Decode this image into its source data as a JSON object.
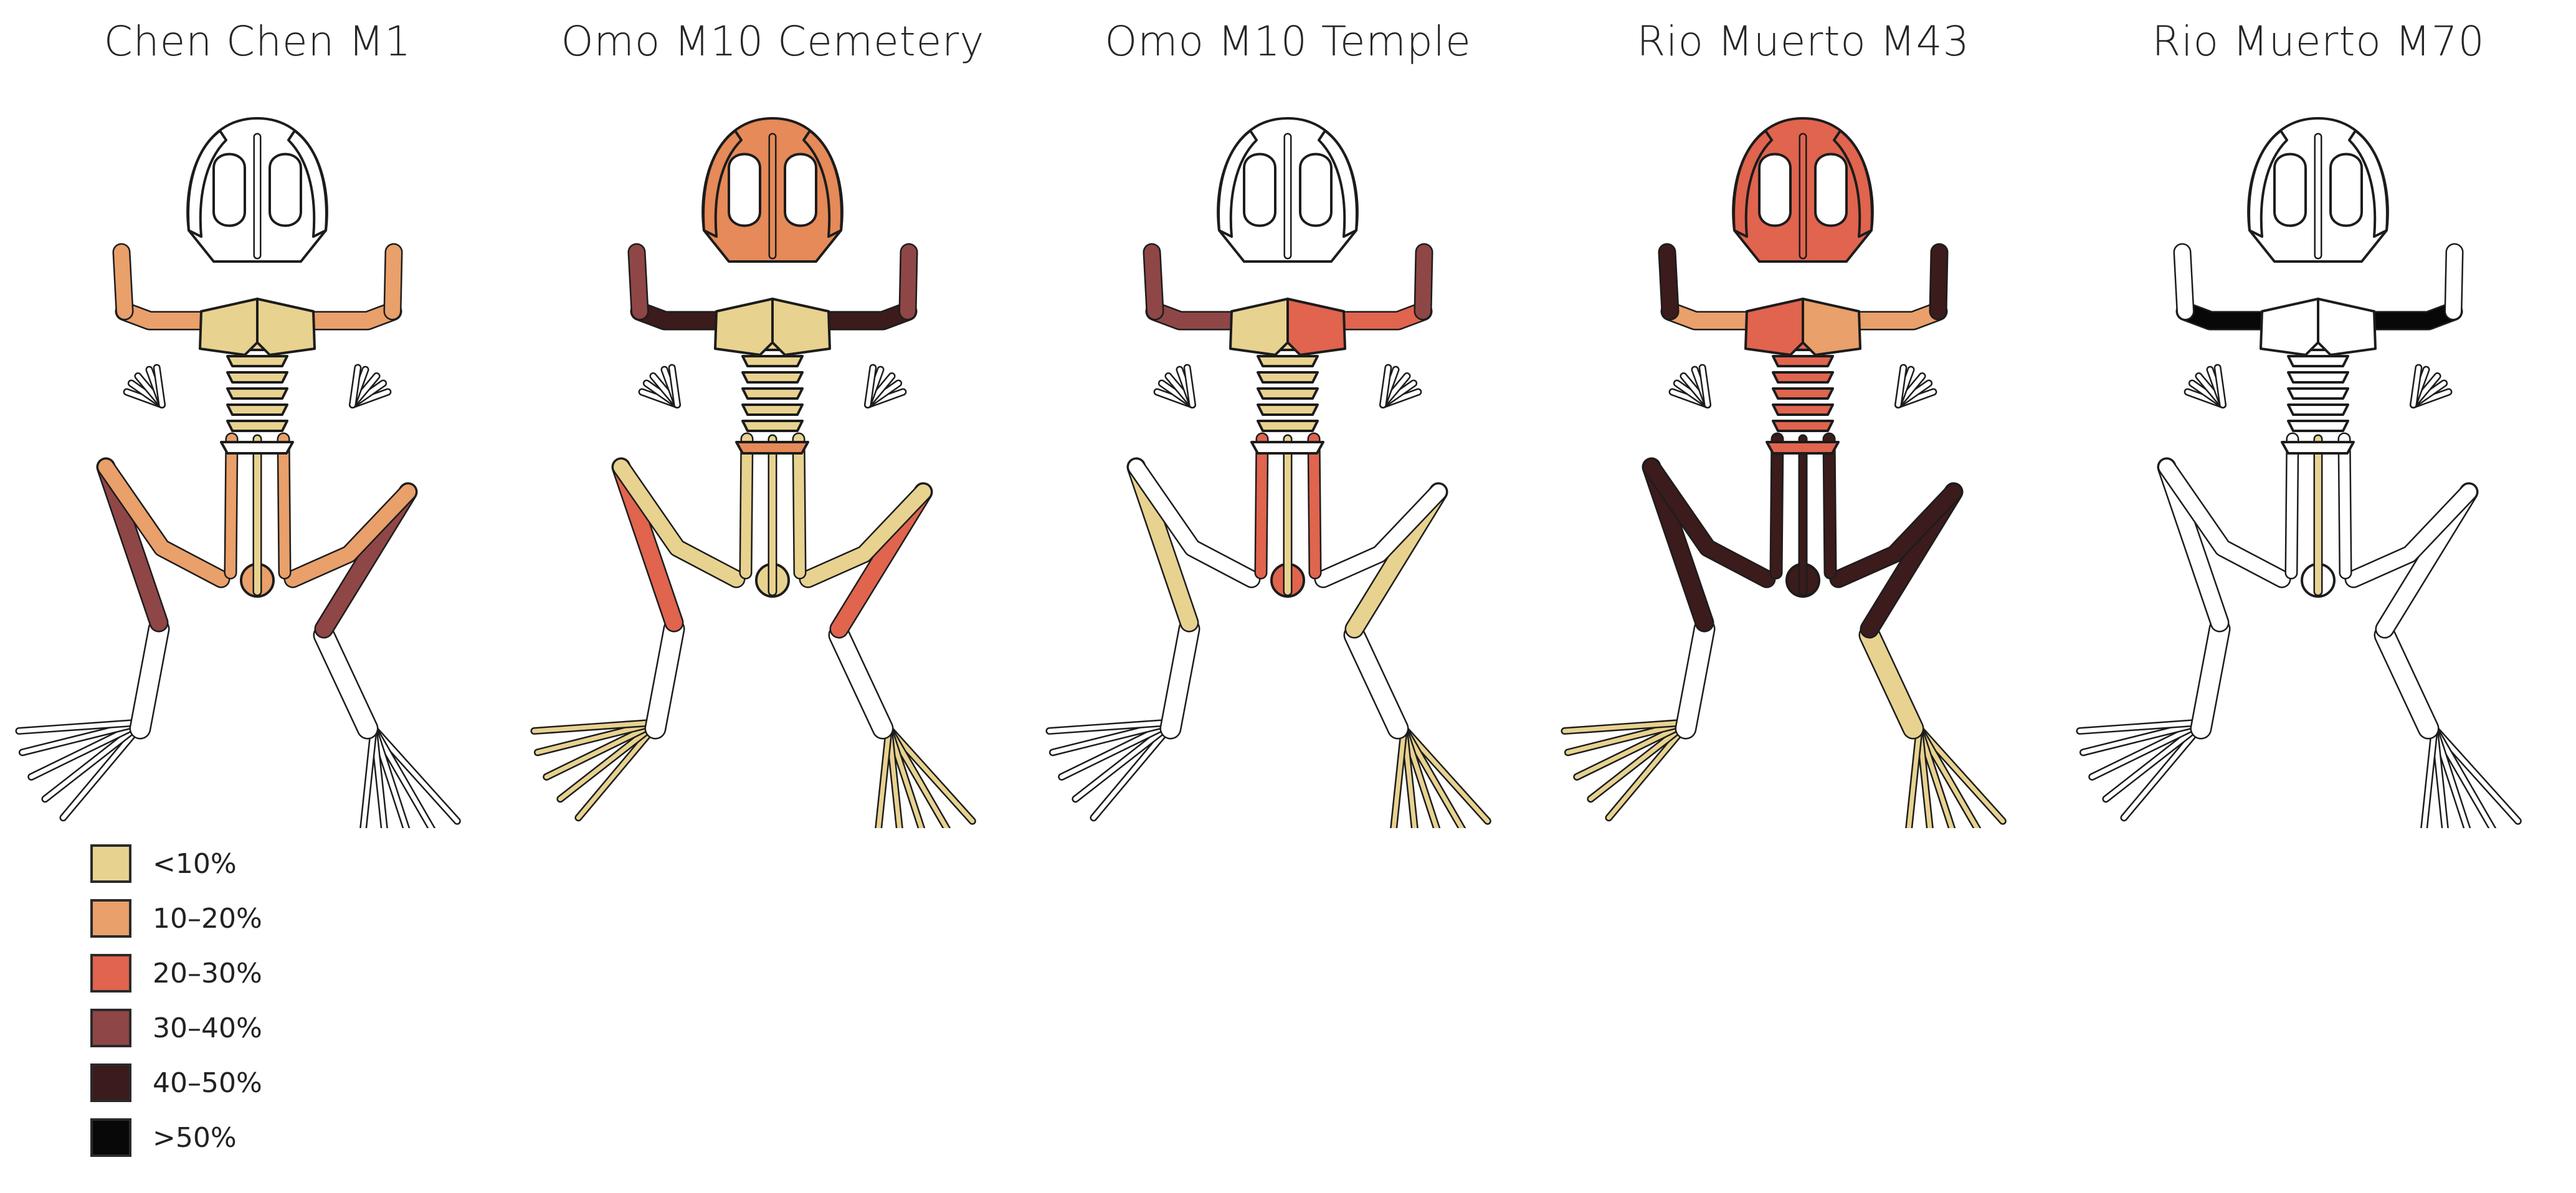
{
  "panels": [
    {
      "title": "Chen Chen M1",
      "regions": {
        "skull": "#ffffff",
        "maxilla": "#ffffff",
        "sacral": "#ffffff",
        "humerus_l": "#e9a06a",
        "humerus_r": "#e9a06a",
        "radioulna_l": "#e9a06a",
        "radioulna_r": "#e9a06a",
        "hand_l": "#ffffff",
        "hand_r": "#ffffff",
        "pectoral_l": "#e8d28f",
        "pectoral_r": "#e8d28f",
        "vertebrae": "#e8d28f",
        "urostyle": "#e8d28f",
        "ilium_l": "#e9a06a",
        "ilium_r": "#e9a06a",
        "pelvis": "#e9a06a",
        "femur_l": "#e9a06a",
        "femur_r": "#e9a06a",
        "tibiofibula_l": "#8f4646",
        "tibiofibula_r": "#8f4646",
        "tarsal_l": "#ffffff",
        "tarsal_r": "#ffffff",
        "foot_l": "#ffffff",
        "foot_r": "#ffffff"
      }
    },
    {
      "title": "Omo M10 Cemetery",
      "regions": {
        "skull": "#e58a58",
        "maxilla": "#e58a58",
        "sacral": "#e58a58",
        "humerus_l": "#3b1b1b",
        "humerus_r": "#3b1b1b",
        "radioulna_l": "#8f4646",
        "radioulna_r": "#8f4646",
        "hand_l": "#ffffff",
        "hand_r": "#ffffff",
        "pectoral_l": "#e8d28f",
        "pectoral_r": "#e8d28f",
        "vertebrae": "#e8d28f",
        "urostyle": "#e8d28f",
        "ilium_l": "#e8d28f",
        "ilium_r": "#e8d28f",
        "pelvis": "#e8d28f",
        "femur_l": "#e8d28f",
        "femur_r": "#e8d28f",
        "tibiofibula_l": "#e0644e",
        "tibiofibula_r": "#e0644e",
        "tarsal_l": "#ffffff",
        "tarsal_r": "#ffffff",
        "foot_l": "#e8d28f",
        "foot_r": "#e8d28f"
      }
    },
    {
      "title": "Omo M10 Temple",
      "regions": {
        "skull": "#ffffff",
        "maxilla": "#ffffff",
        "sacral": "#ffffff",
        "humerus_l": "#8f4646",
        "humerus_r": "#e0644e",
        "radioulna_l": "#8f4646",
        "radioulna_r": "#8f4646",
        "hand_l": "#ffffff",
        "hand_r": "#ffffff",
        "pectoral_l": "#e8d28f",
        "pectoral_r": "#e0644e",
        "vertebrae": "#e8d28f",
        "urostyle": "#e8d28f",
        "ilium_l": "#e0644e",
        "ilium_r": "#e0644e",
        "pelvis": "#e0644e",
        "femur_l": "#ffffff",
        "femur_r": "#ffffff",
        "tibiofibula_l": "#e8d28f",
        "tibiofibula_r": "#e8d28f",
        "tarsal_l": "#ffffff",
        "tarsal_r": "#ffffff",
        "foot_l": "#ffffff",
        "foot_r": "#e8d28f"
      }
    },
    {
      "title": "Rio Muerto M43",
      "regions": {
        "skull": "#e0644e",
        "maxilla": "#e0644e",
        "sacral": "#e0644e",
        "humerus_l": "#e9a06a",
        "humerus_r": "#e9a06a",
        "radioulna_l": "#3b1b1b",
        "radioulna_r": "#3b1b1b",
        "hand_l": "#ffffff",
        "hand_r": "#ffffff",
        "pectoral_l": "#e0644e",
        "pectoral_r": "#e9a06a",
        "vertebrae": "#e0644e",
        "urostyle": "#3b1b1b",
        "ilium_l": "#3b1b1b",
        "ilium_r": "#3b1b1b",
        "pelvis": "#3b1b1b",
        "femur_l": "#3b1b1b",
        "femur_r": "#3b1b1b",
        "tibiofibula_l": "#3b1b1b",
        "tibiofibula_r": "#3b1b1b",
        "tarsal_l": "#ffffff",
        "tarsal_r": "#e8d28f",
        "foot_l": "#e8d28f",
        "foot_r": "#e8d28f"
      }
    },
    {
      "title": "Rio Muerto M70",
      "regions": {
        "skull": "#ffffff",
        "maxilla": "#ffffff",
        "sacral": "#ffffff",
        "humerus_l": "#080808",
        "humerus_r": "#080808",
        "radioulna_l": "#ffffff",
        "radioulna_r": "#ffffff",
        "hand_l": "#ffffff",
        "hand_r": "#ffffff",
        "pectoral_l": "#ffffff",
        "pectoral_r": "#ffffff",
        "vertebrae": "#ffffff",
        "urostyle": "#e8d28f",
        "ilium_l": "#ffffff",
        "ilium_r": "#ffffff",
        "pelvis": "#ffffff",
        "femur_l": "#ffffff",
        "femur_r": "#ffffff",
        "tibiofibula_l": "#ffffff",
        "tibiofibula_r": "#ffffff",
        "tarsal_l": "#ffffff",
        "tarsal_r": "#ffffff",
        "foot_l": "#ffffff",
        "foot_r": "#ffffff"
      }
    }
  ],
  "legend": [
    {
      "label": "<10%",
      "color": "#e8d28f"
    },
    {
      "label": "10–20%",
      "color": "#e9a06a"
    },
    {
      "label": "20–30%",
      "color": "#e0644e"
    },
    {
      "label": "30–40%",
      "color": "#8f4646"
    },
    {
      "label": "40–50%",
      "color": "#3b1b1b"
    },
    {
      "label": ">50%",
      "color": "#080808"
    }
  ]
}
